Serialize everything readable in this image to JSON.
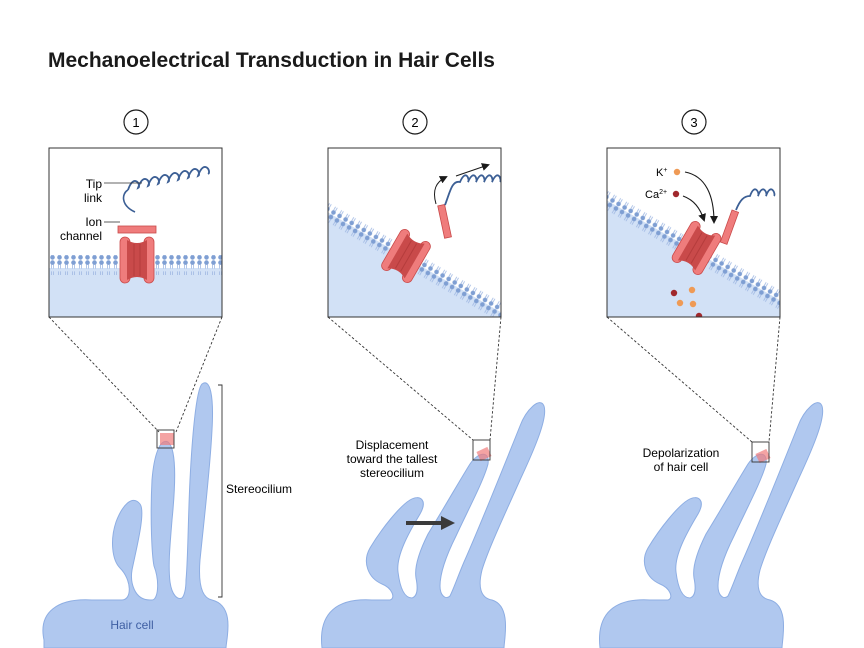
{
  "title": "Mechanoelectrical Transduction in Hair Cells",
  "panels": [
    {
      "step": "1",
      "labels": {
        "tip_link": "Tip link",
        "ion_channel": "Ion channel",
        "stereocilium": "Stereocilium",
        "hair_cell": "Hair cell"
      }
    },
    {
      "step": "2",
      "caption": "Displacement toward the tallest stereocilium"
    },
    {
      "step": "3",
      "ions": {
        "potassium": "K",
        "potassium_charge": "+",
        "calcium": "Ca",
        "calcium_charge": "2+"
      },
      "caption": "Depolarization of hair cell"
    }
  ],
  "colors": {
    "cell_fill": "#b0c8ef",
    "cell_stroke": "#8eaee3",
    "channel_light": "#ef7c7c",
    "channel_dark": "#c94a4a",
    "membrane": "#7f9fd3",
    "spring": "#3c5f95",
    "potassium": "#ef9a55",
    "calcium": "#a0282c"
  }
}
